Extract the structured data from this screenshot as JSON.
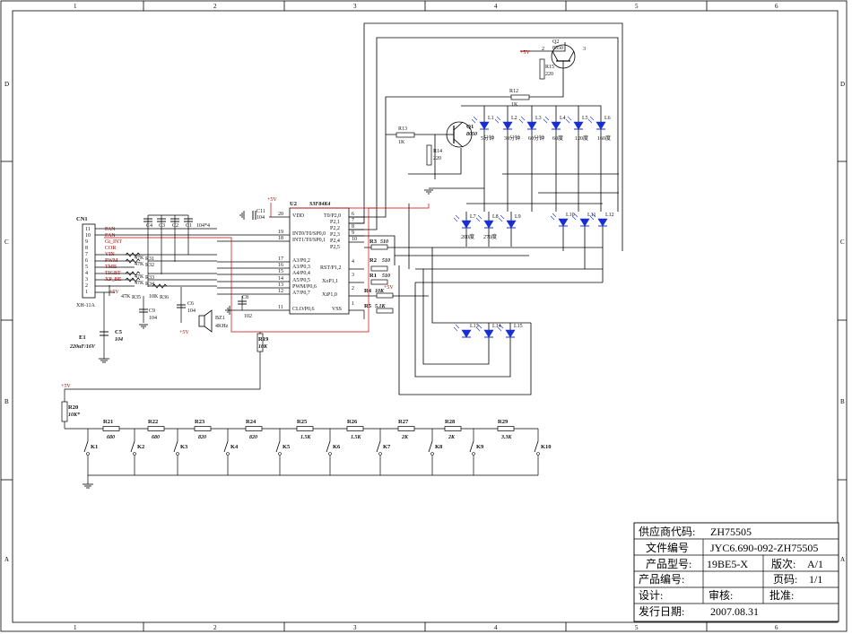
{
  "frame": {
    "columns": [
      "1",
      "2",
      "3",
      "4",
      "5",
      "6"
    ],
    "rows": [
      "D",
      "C",
      "B",
      "A"
    ]
  },
  "ic": {
    "ref": "U2",
    "part": "S3F84K4",
    "pins_left": [
      {
        "num": "20",
        "name": "VDD"
      },
      {
        "num": "19",
        "name": "INT0/T0/SP0,0"
      },
      {
        "num": "18",
        "name": "INT1/T0/SP0,1"
      },
      {
        "num": "17",
        "name": "A3/P0,2"
      },
      {
        "num": "16",
        "name": "A3/P0,3"
      },
      {
        "num": "15",
        "name": "A4/P0,4"
      },
      {
        "num": "14",
        "name": "A5/P0,5"
      },
      {
        "num": "13",
        "name": "PWM/P0,6"
      },
      {
        "num": "12",
        "name": "A7/P0,7"
      },
      {
        "num": "11",
        "name": "CLO/P0,6"
      }
    ],
    "pins_right": [
      {
        "num": "6",
        "name": "T0/P2,0"
      },
      {
        "num": "7",
        "name": "P2,1"
      },
      {
        "num": "8",
        "name": "P2,2"
      },
      {
        "num": "9",
        "name": "P2,3"
      },
      {
        "num": "10",
        "name": "P2,4"
      },
      {
        "name": "P2,5"
      },
      {
        "num": "4",
        "name": "RST/P1,2"
      },
      {
        "num": "3",
        "name": "XoP1,1"
      },
      {
        "num": "2",
        "name": "XiP1,0"
      },
      {
        "num": "1",
        "name": "VSS"
      }
    ]
  },
  "connector": {
    "ref": "CN1",
    "part": "XH-11A",
    "pins": [
      "11",
      "10",
      "9",
      "8",
      "7",
      "6",
      "5",
      "4",
      "3",
      "2",
      "1"
    ],
    "signals": [
      "PAN",
      "FAN",
      "Gt_INT",
      "COR",
      "VIN",
      "PWM",
      "TMB",
      "TIGBT",
      "XP_BE"
    ]
  },
  "power": {
    "vplus": "+5V"
  },
  "transistors": [
    {
      "ref": "Q1",
      "part": "8050"
    },
    {
      "ref": "Q2",
      "part": "8550"
    }
  ],
  "resistors": {
    "r1": {
      "ref": "R1",
      "val": "510"
    },
    "r2": {
      "ref": "R2",
      "val": "510"
    },
    "r3": {
      "ref": "R3",
      "val": "510"
    },
    "r4": {
      "ref": "R4",
      "val": "10K"
    },
    "r5": {
      "ref": "R5",
      "val": "5.1K"
    },
    "r12": {
      "ref": "R12",
      "val": "1K"
    },
    "r13": {
      "ref": "R13",
      "val": "1K"
    },
    "r14": {
      "ref": "R14",
      "val": "220"
    },
    "r15": {
      "ref": "R15",
      "val": "220"
    },
    "r19": {
      "ref": "R19",
      "val": "10K"
    },
    "r20": {
      "ref": "R20",
      "val": "10K*"
    },
    "r31": {
      "ref": "R31",
      "val": "47K"
    },
    "r32": {
      "ref": "R32",
      "val": "47K"
    },
    "r33": {
      "ref": "R33",
      "val": "47K"
    },
    "r34": {
      "ref": "R34",
      "val": "47K"
    },
    "r35": {
      "ref": "R35",
      "val": "47K"
    },
    "r36": {
      "ref": "R36",
      "val": "10K"
    }
  },
  "ladder": [
    {
      "r": "R21",
      "v": "680",
      "k": "K1"
    },
    {
      "r": "R22",
      "v": "680",
      "k": "K2"
    },
    {
      "r": "R23",
      "v": "820",
      "k": "K3"
    },
    {
      "r": "R24",
      "v": "820",
      "k": "K4"
    },
    {
      "r": "R25",
      "v": "1.5K",
      "k": "K5"
    },
    {
      "r": "R26",
      "v": "1.5K",
      "k": "K6"
    },
    {
      "r": "R27",
      "v": "2K",
      "k": "K7"
    },
    {
      "r": "R28",
      "v": "2K",
      "k": "K8"
    },
    {
      "r": "R29",
      "v": "3.3K",
      "k": "K9"
    },
    {
      "r": "",
      "v": "",
      "k": "K10"
    }
  ],
  "leds_top": [
    {
      "ref": "L1",
      "label": "5分钟"
    },
    {
      "ref": "L2",
      "label": "30分钟"
    },
    {
      "ref": "L3",
      "label": "60分钟"
    },
    {
      "ref": "L4",
      "label": "60度"
    },
    {
      "ref": "L5",
      "label": "120度"
    },
    {
      "ref": "L6",
      "label": "160度"
    }
  ],
  "leds_mid_left": [
    {
      "ref": "L7",
      "label": "200度"
    },
    {
      "ref": "L8",
      "label": "270度"
    },
    {
      "ref": "L9",
      "label": ""
    }
  ],
  "leds_mid_right": [
    {
      "ref": "L10"
    },
    {
      "ref": "L11"
    },
    {
      "ref": "L12"
    }
  ],
  "leds_bottom": [
    {
      "ref": "L13"
    },
    {
      "ref": "L14"
    },
    {
      "ref": "L15"
    }
  ],
  "caps": {
    "c1": "C1",
    "c2": "C2",
    "c3": "C3",
    "c4": "C4",
    "cv": "104*4",
    "c5": "C5",
    "c5v": "104",
    "c6": "C6",
    "c6v": "104",
    "c8": "C8",
    "c8v": "102",
    "c9": "C9",
    "c9v": "104",
    "c11": "C11",
    "c11v": "104",
    "e1": "E1",
    "e1v": "220uF/16V"
  },
  "buzzer": {
    "ref": "BZ1",
    "val": "4KHz"
  },
  "title_block": {
    "supplier_label": "供应商代码:",
    "supplier": "ZH75505",
    "doc_label": "文件编号",
    "doc": "JYC6.690-092-ZH75505",
    "model_label": "产品型号:",
    "model": "19BE5-X",
    "rev_label": "版次:",
    "rev": "A/1",
    "pno_label": "产品编号:",
    "page_label": "页码:",
    "page": "1/1",
    "design_label": "设计:",
    "review_label": "审核:",
    "approve_label": "批准:",
    "date_label": "发行日期:",
    "date": "2007.08.31"
  }
}
